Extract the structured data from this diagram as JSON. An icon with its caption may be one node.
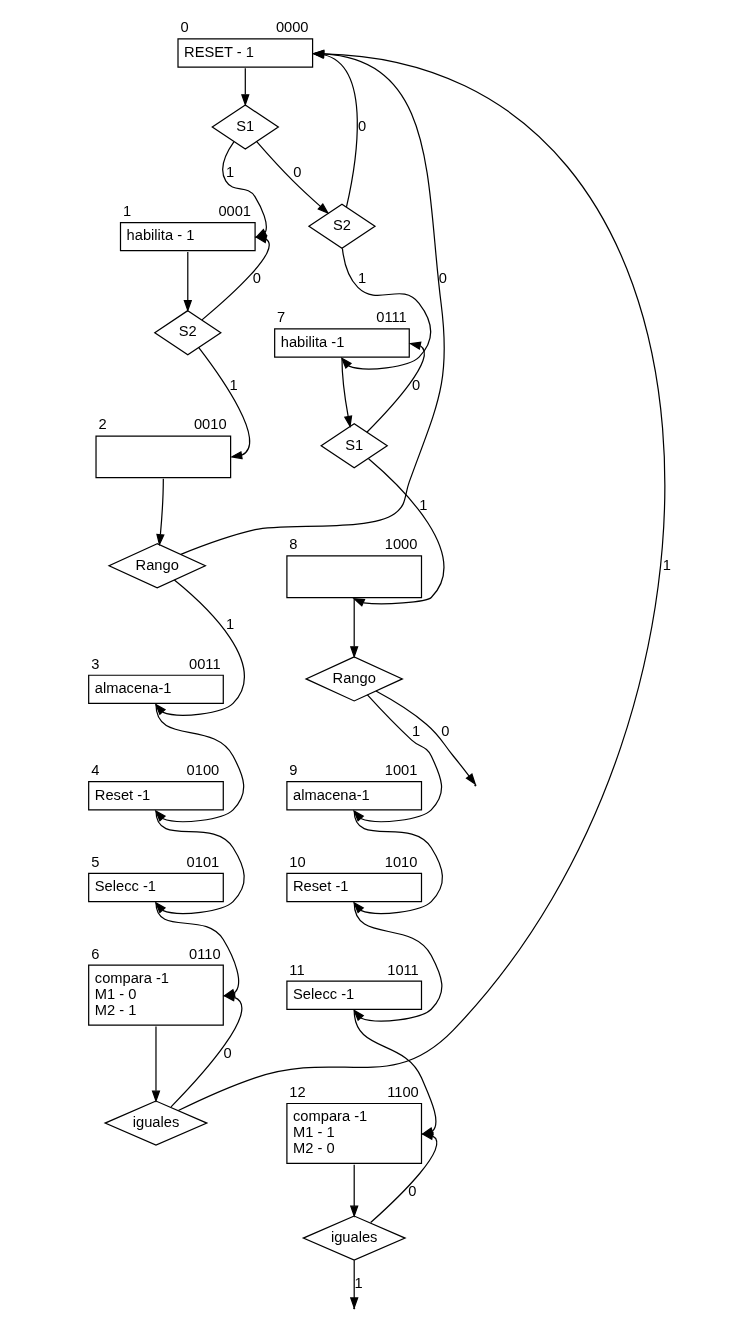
{
  "diagram": {
    "nodes": [
      {
        "text": [
          "RESET - 1"
        ],
        "beside": [
          "0",
          "0000"
        ]
      },
      {
        "text": [
          "S1"
        ]
      },
      {
        "text": [
          "habilita - 1"
        ],
        "beside": [
          "1",
          "0001"
        ]
      },
      {
        "text": [
          "S2"
        ]
      },
      {
        "text": [
          "S2"
        ]
      },
      {
        "text": [],
        "shape": "box",
        "beside": [
          "2",
          "0010"
        ]
      },
      {
        "text": [
          "Rango"
        ]
      },
      {
        "text": [
          "almacena-1"
        ],
        "beside": [
          "3",
          "0011"
        ]
      },
      {
        "text": [
          "Reset -1"
        ],
        "beside": [
          "4",
          "0100"
        ]
      },
      {
        "text": [
          "Selecc -1"
        ],
        "beside": [
          "5",
          "0101"
        ]
      },
      {
        "text": [
          "compara -1",
          "M1 - 0",
          "M2 - 1"
        ],
        "beside": [
          "6",
          "0110"
        ]
      },
      {
        "text": [
          "iguales"
        ]
      },
      {
        "text": [
          "habilita -1"
        ],
        "beside": [
          "7",
          "0111"
        ]
      },
      {
        "text": [
          "S1"
        ]
      },
      {
        "text": [],
        "shape": "box",
        "beside": [
          "8",
          "1000"
        ]
      },
      {
        "text": [
          "Rango"
        ]
      },
      {
        "text": [
          "almacena-1"
        ],
        "beside": [
          "9",
          "1001"
        ]
      },
      {
        "text": [
          "Reset -1"
        ],
        "beside": [
          "10",
          "1010"
        ]
      },
      {
        "text": [
          "Selecc -1"
        ],
        "beside": [
          "11",
          "1011"
        ]
      },
      {
        "text": [
          "compara -1",
          "M1 - 1",
          "M2 - 0"
        ],
        "beside": [
          "12",
          "1100"
        ]
      },
      {
        "text": [
          "iguales"
        ]
      }
    ],
    "edges": [
      {
        "from": 0,
        "to": 1,
        "arrow": "to"
      },
      {
        "from": 1,
        "to": 2,
        "label": "1",
        "arrow": "to"
      },
      {
        "from": 1,
        "to": 3,
        "label": "0",
        "arrow": "to"
      },
      {
        "from": 3,
        "to": 0,
        "label": "0",
        "arrow": "to"
      },
      {
        "from": 3,
        "to": 12,
        "label": "1",
        "arrow": "to"
      },
      {
        "from": 2,
        "to": 4,
        "arrow": "to"
      },
      {
        "from": 4,
        "to": 5,
        "label": "1",
        "arrow": "to"
      },
      {
        "from": 4,
        "to": 2,
        "label": "0",
        "arrow": "to"
      },
      {
        "from": 5,
        "to": 6,
        "arrow": "to"
      },
      {
        "from": 6,
        "to": 0,
        "label": "0",
        "arrow": "to"
      },
      {
        "from": 6,
        "to": 7,
        "label": "1",
        "arrow": "to"
      },
      {
        "from": 7,
        "to": 8,
        "arrow": "to"
      },
      {
        "from": 8,
        "to": 9,
        "arrow": "to"
      },
      {
        "from": 9,
        "to": 10,
        "arrow": "to"
      },
      {
        "from": 10,
        "to": 11,
        "arrow": "to"
      },
      {
        "from": 11,
        "to": 10,
        "label": "0",
        "arrow": "to"
      },
      {
        "from": 11,
        "to": 0,
        "label": "1",
        "arrow": "to"
      },
      {
        "from": 12,
        "to": 13,
        "arrow": "to"
      },
      {
        "from": 13,
        "to": 12,
        "label": "0",
        "arrow": "to"
      },
      {
        "from": 13,
        "to": 14,
        "label": "1",
        "arrow": "to"
      },
      {
        "from": 14,
        "to": 15,
        "arrow": "to"
      },
      {
        "from": 15,
        "to": 16,
        "label": "1",
        "arrow": "to"
      },
      {
        "from": 15,
        "to": null,
        "label": "0",
        "arrow": "to"
      },
      {
        "from": 16,
        "to": 17,
        "arrow": "to"
      },
      {
        "from": 17,
        "to": 18,
        "arrow": "to"
      },
      {
        "from": 18,
        "to": 19,
        "arrow": "to"
      },
      {
        "from": 19,
        "to": 20,
        "arrow": "to"
      },
      {
        "from": 20,
        "to": 19,
        "label": "0",
        "arrow": "to"
      },
      {
        "from": 20,
        "to": null,
        "label": "1",
        "arrow": "to"
      }
    ]
  }
}
